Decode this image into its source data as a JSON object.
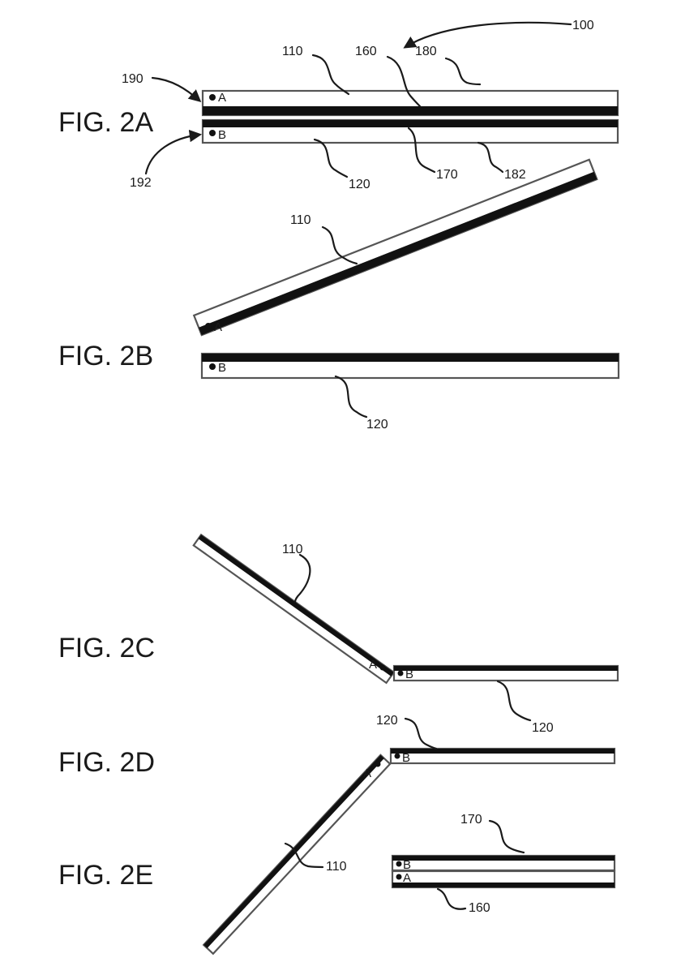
{
  "figures": {
    "fig2a": "FIG. 2A",
    "fig2b": "FIG. 2B",
    "fig2c": "FIG. 2C",
    "fig2d": "FIG. 2D",
    "fig2e": "FIG. 2E"
  },
  "points": {
    "a": "A",
    "b": "B"
  },
  "refs": {
    "r100": "100",
    "r110": "110",
    "r120": "120",
    "r160": "160",
    "r170": "170",
    "r180": "180",
    "r182": "182",
    "r190": "190",
    "r192": "192"
  },
  "colors": {
    "ink": "#111111",
    "outline": "#555555",
    "background": "#ffffff"
  }
}
